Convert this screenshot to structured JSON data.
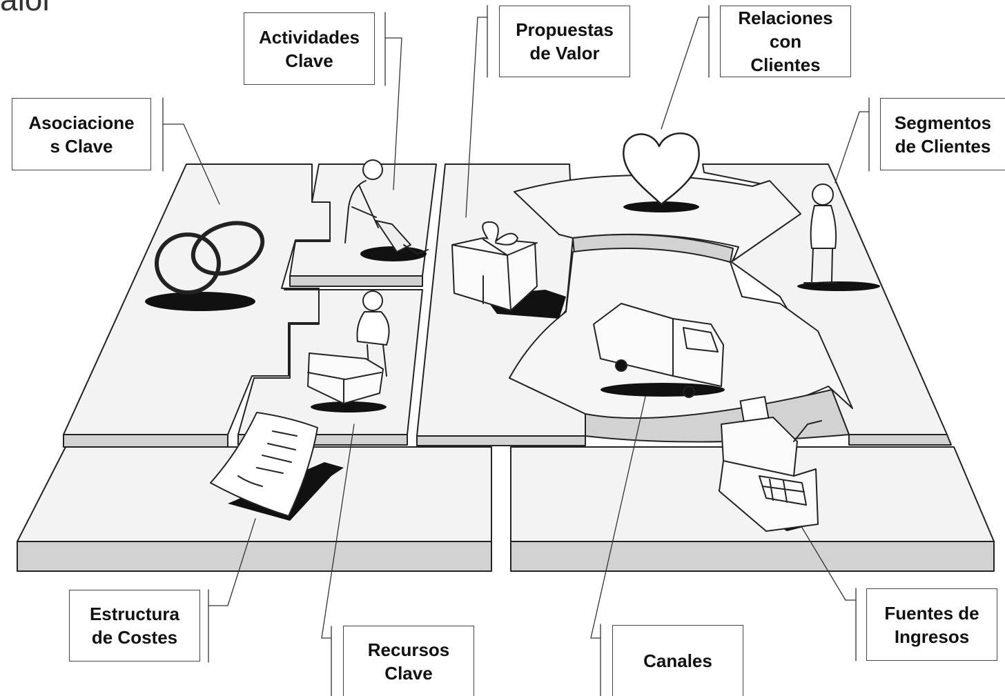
{
  "heading_fragment": "alor",
  "labels": {
    "key_partners": "Asociacione\ns Clave",
    "key_activities": "Actividades\nClave",
    "value_propositions": "Propuestas\nde Valor",
    "customer_relationships": "Relaciones\ncon\nClientes",
    "customer_segments": "Segmentos\nde Clientes",
    "cost_structure": "Estructura\nde Costes",
    "key_resources": "Recursos\nClave",
    "channels": "Canales",
    "revenue_streams": "Fuentes de\nIngresos"
  },
  "icons": [
    "rings-icon",
    "digging-person-icon",
    "gift-icon",
    "heart-icon",
    "person-standing-icon",
    "person-with-box-icon",
    "truck-icon",
    "receipt-icon",
    "cash-register-icon"
  ],
  "colors": {
    "ink": "#222222",
    "board_top": "#f2f2f2",
    "board_side": "#d0d0d0",
    "shadow": "#111111"
  }
}
